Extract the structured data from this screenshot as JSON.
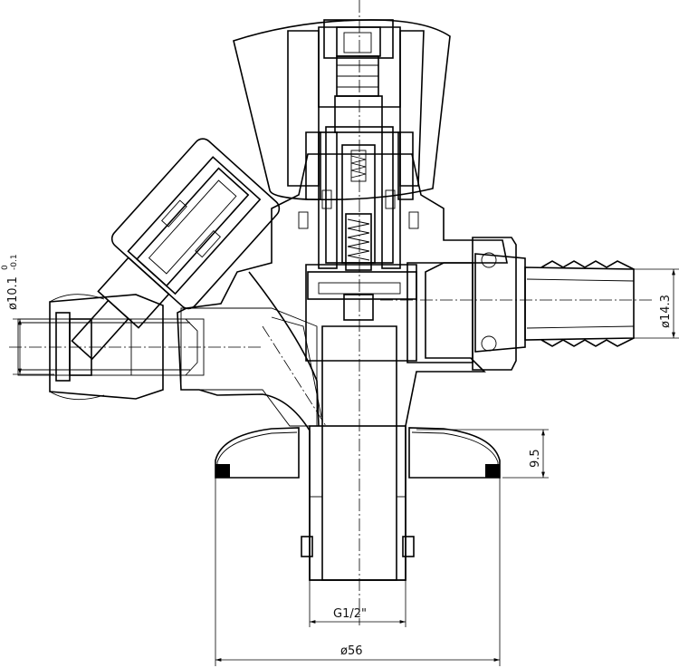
{
  "dimensions": {
    "inlet_diameter": "ø10.1",
    "inlet_tolerance_upper": "0",
    "inlet_tolerance_lower": "-0.1",
    "hose_outlet_diameter": "ø14.3",
    "flange_height": "9.5",
    "thread_size": "G1/2\"",
    "flange_diameter": "ø56"
  },
  "colors": {
    "line": "#000000",
    "background": "#ffffff"
  }
}
